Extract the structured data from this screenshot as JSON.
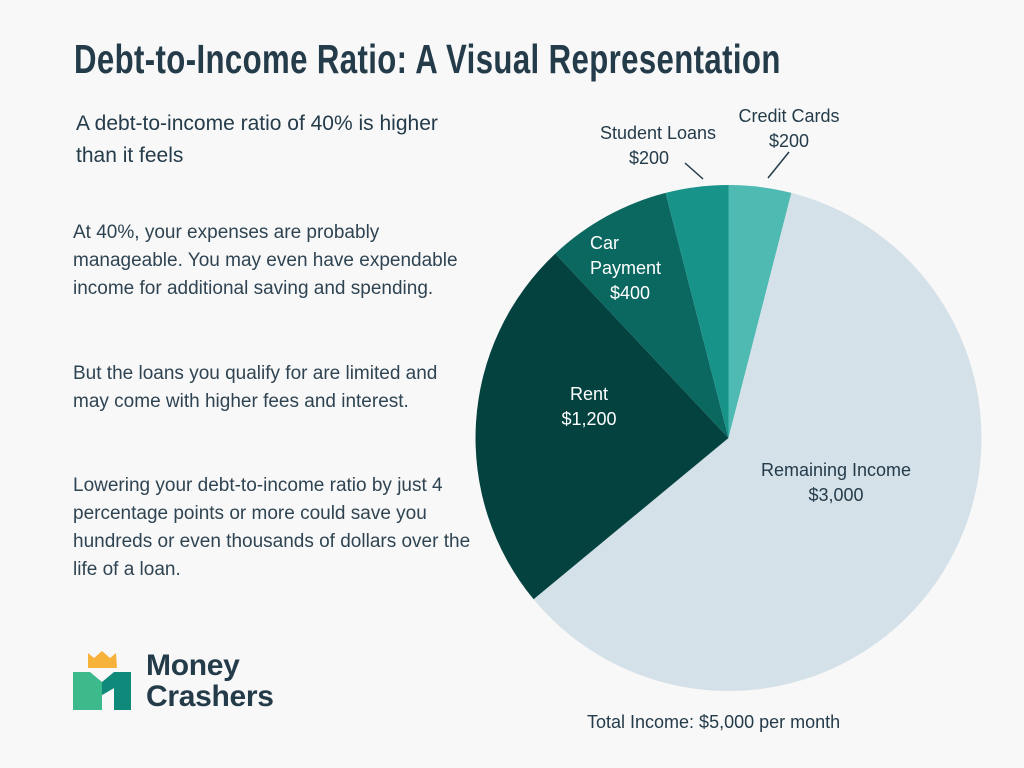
{
  "title": "Debt-to-Income Ratio: A Visual Representation",
  "subtitle": "A debt-to-income ratio of 40% is higher than it feels",
  "paragraphs": [
    "At 40%, your expenses are probably manageable. You may even have expendable income for additional saving and spending.",
    "But the loans you qualify for are limited and may come with higher fees and interest.",
    "Lowering your debt-to-income ratio by just 4 percentage points or more could save you hundreds or even thousands of dollars over the life of a loan."
  ],
  "logo": {
    "line1": "Money",
    "line2": "Crashers",
    "icon": "crown-m-logo-icon",
    "colors": {
      "crown": "#f7b23b",
      "m_left": "#3dba8c",
      "m_right": "#0f8a7a"
    }
  },
  "total_label": "Total Income: $5,000 per month",
  "colors": {
    "background": "#f8f8f8",
    "text": "#243b4a",
    "credit_cards": "#4fbab2",
    "student_loans": "#17938a",
    "car_payment": "#0a6860",
    "rent": "#044240",
    "remaining": "#d5e1e9"
  },
  "chart_data": {
    "type": "pie",
    "title": "Debt-to-Income Ratio: A Visual Representation",
    "subtitle": "Total Income: $5,000 per month",
    "unit": "USD per month",
    "start_angle": "12 o'clock, clockwise",
    "categories": [
      "Credit Cards",
      "Remaining Income",
      "Rent",
      "Car Payment",
      "Student Loans"
    ],
    "values": [
      200,
      3000,
      1200,
      400,
      200
    ],
    "value_labels": [
      "$200",
      "$3,000",
      "$1,200",
      "$400",
      "$200"
    ],
    "percentages": [
      4,
      60,
      24,
      8,
      4
    ],
    "total": 5000,
    "debt_to_income_ratio_pct": 40,
    "colors": [
      "#4fbab2",
      "#d5e1e9",
      "#044240",
      "#0a6860",
      "#17938a"
    ],
    "legend": "none (direct labels)"
  },
  "labels": {
    "credit_cards": {
      "name": "Credit Cards",
      "value": "$200"
    },
    "student_loans": {
      "name": "Student Loans",
      "value": "$200"
    },
    "car_payment": {
      "name1": "Car",
      "name2": "Payment",
      "value": "$400"
    },
    "rent": {
      "name": "Rent",
      "value": "$1,200"
    },
    "remaining": {
      "name": "Remaining Income",
      "value": "$3,000"
    }
  }
}
